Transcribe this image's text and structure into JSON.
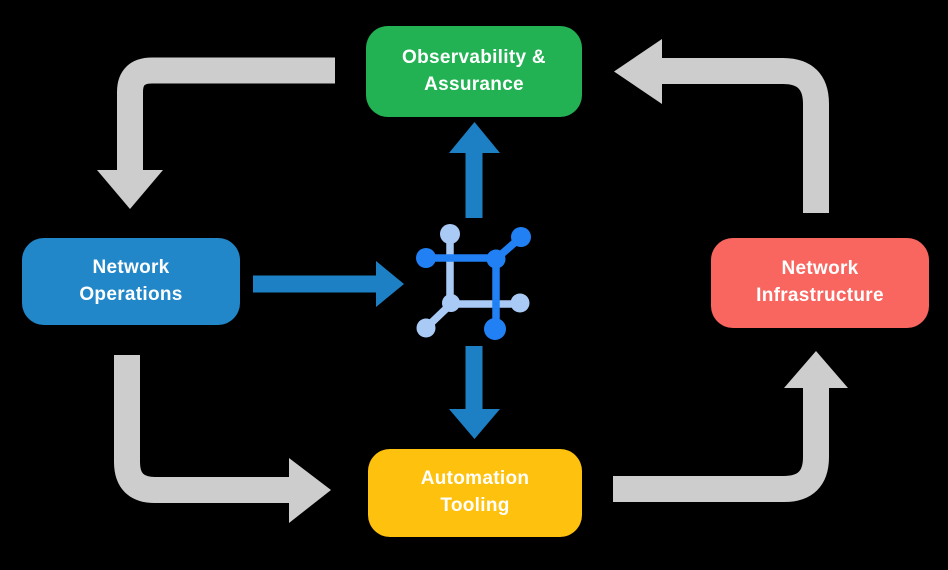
{
  "nodes": {
    "observability": {
      "line1": "Observability &",
      "line2": "Assurance",
      "color": "#22b253"
    },
    "operations": {
      "line1": "Network",
      "line2": "Operations",
      "color": "#2187c9"
    },
    "infrastructure": {
      "line1": "Network",
      "line2": "Infrastructure",
      "color": "#f9655f"
    },
    "automation": {
      "line1": "Automation",
      "line2": "Tooling",
      "color": "#fec10d"
    }
  },
  "center_icon": {
    "name": "network-mesh-icon",
    "dark_color": "#2180f3",
    "light_color": "#a9caf5"
  },
  "flows": {
    "cycle": [
      {
        "from": "Observability & Assurance",
        "to": "Network Operations",
        "arrow": "gray-elbow",
        "color": "#cdcdcd"
      },
      {
        "from": "Network Operations",
        "to": "Automation Tooling",
        "arrow": "gray-elbow",
        "color": "#cdcdcd"
      },
      {
        "from": "Automation Tooling",
        "to": "Network Infrastructure",
        "arrow": "gray-elbow",
        "color": "#cdcdcd"
      },
      {
        "from": "Network Infrastructure",
        "to": "Observability & Assurance",
        "arrow": "gray-elbow",
        "color": "#cdcdcd"
      }
    ],
    "center": [
      {
        "from": "Network Operations",
        "to": "center-icon",
        "arrow": "blue-straight",
        "color": "#1d80c4"
      },
      {
        "from": "center-icon",
        "to": "Observability & Assurance",
        "arrow": "blue-straight",
        "color": "#1d80c4"
      },
      {
        "from": "center-icon",
        "to": "Automation Tooling",
        "arrow": "blue-straight",
        "color": "#1d80c4"
      }
    ]
  },
  "colors": {
    "background": "#000000",
    "text": "#ffffff",
    "arrow_gray": "#cdcdcd",
    "arrow_blue": "#1d80c4"
  }
}
